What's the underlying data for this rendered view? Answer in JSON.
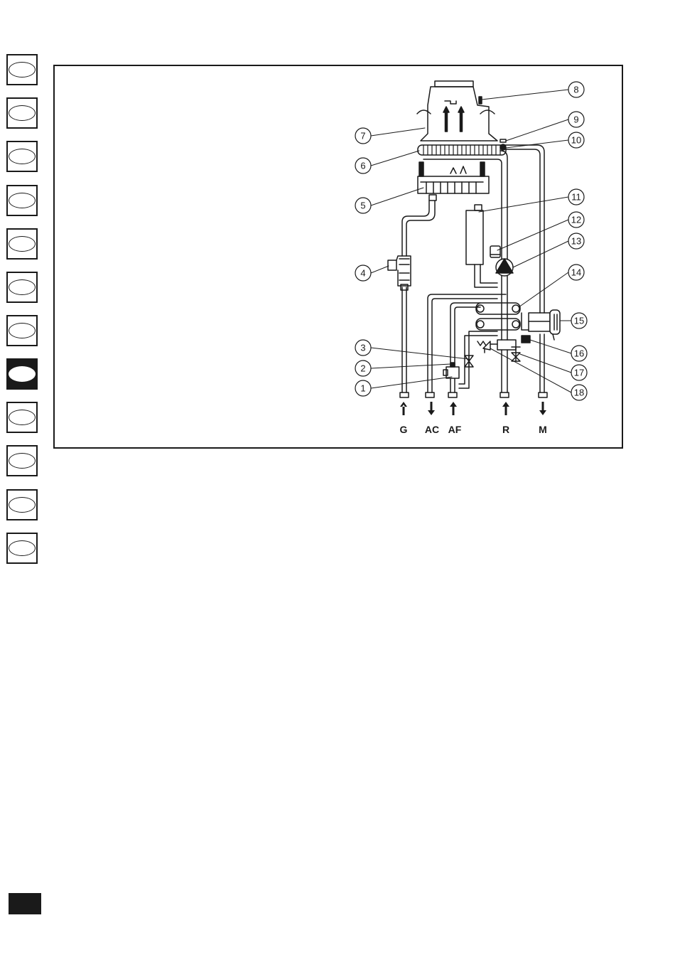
{
  "colors": {
    "ink": "#1a1a1a",
    "paper": "#ffffff"
  },
  "language_tabs": {
    "count": 12,
    "active_index": 7
  },
  "diagram": {
    "callouts": [
      "1",
      "2",
      "3",
      "4",
      "5",
      "6",
      "7",
      "8",
      "9",
      "10",
      "11",
      "12",
      "13",
      "14",
      "15",
      "16",
      "17",
      "18"
    ],
    "connections": {
      "G": "G",
      "AC": "AC",
      "AF": "AF",
      "R": "R",
      "M": "M"
    }
  }
}
